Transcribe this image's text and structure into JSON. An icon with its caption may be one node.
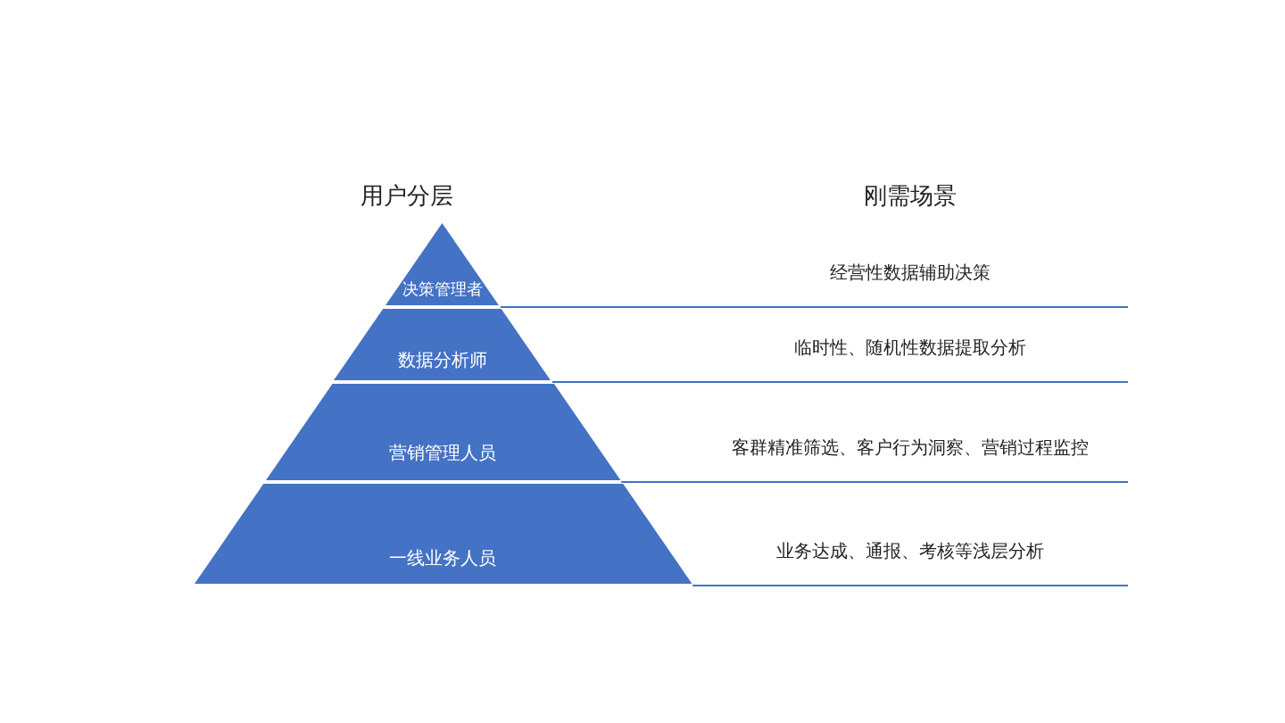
{
  "diagram": {
    "nodes": [
      {
        "text": [
          "决策管理者"
        ]
      },
      {
        "text": [
          "数据分析师"
        ]
      },
      {
        "text": [
          "营销管理人员"
        ]
      },
      {
        "text": [
          "一线业务人员"
        ]
      }
    ],
    "labels": [
      "用户分层",
      "刚需场景",
      "经营性数据辅助决策",
      "临时性、随机性数据提取分析",
      "客群精准筛选、客户行为洞察、营销过程监控",
      "业务达成、通报、考核等浅层分析"
    ]
  }
}
